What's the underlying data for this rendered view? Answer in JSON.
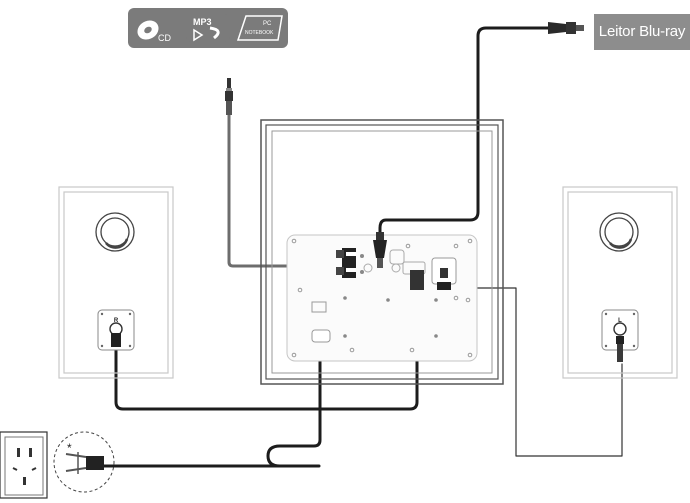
{
  "sources": {
    "cd_label": "CD",
    "mp3_label": "MP3",
    "pc_label": "PC",
    "notebook_label": "NOTEBOOK"
  },
  "bluray_label": "Leitor Blu-ray",
  "speaker_right_label": "R",
  "speaker_left_label": "L",
  "outlet_note": "*"
}
